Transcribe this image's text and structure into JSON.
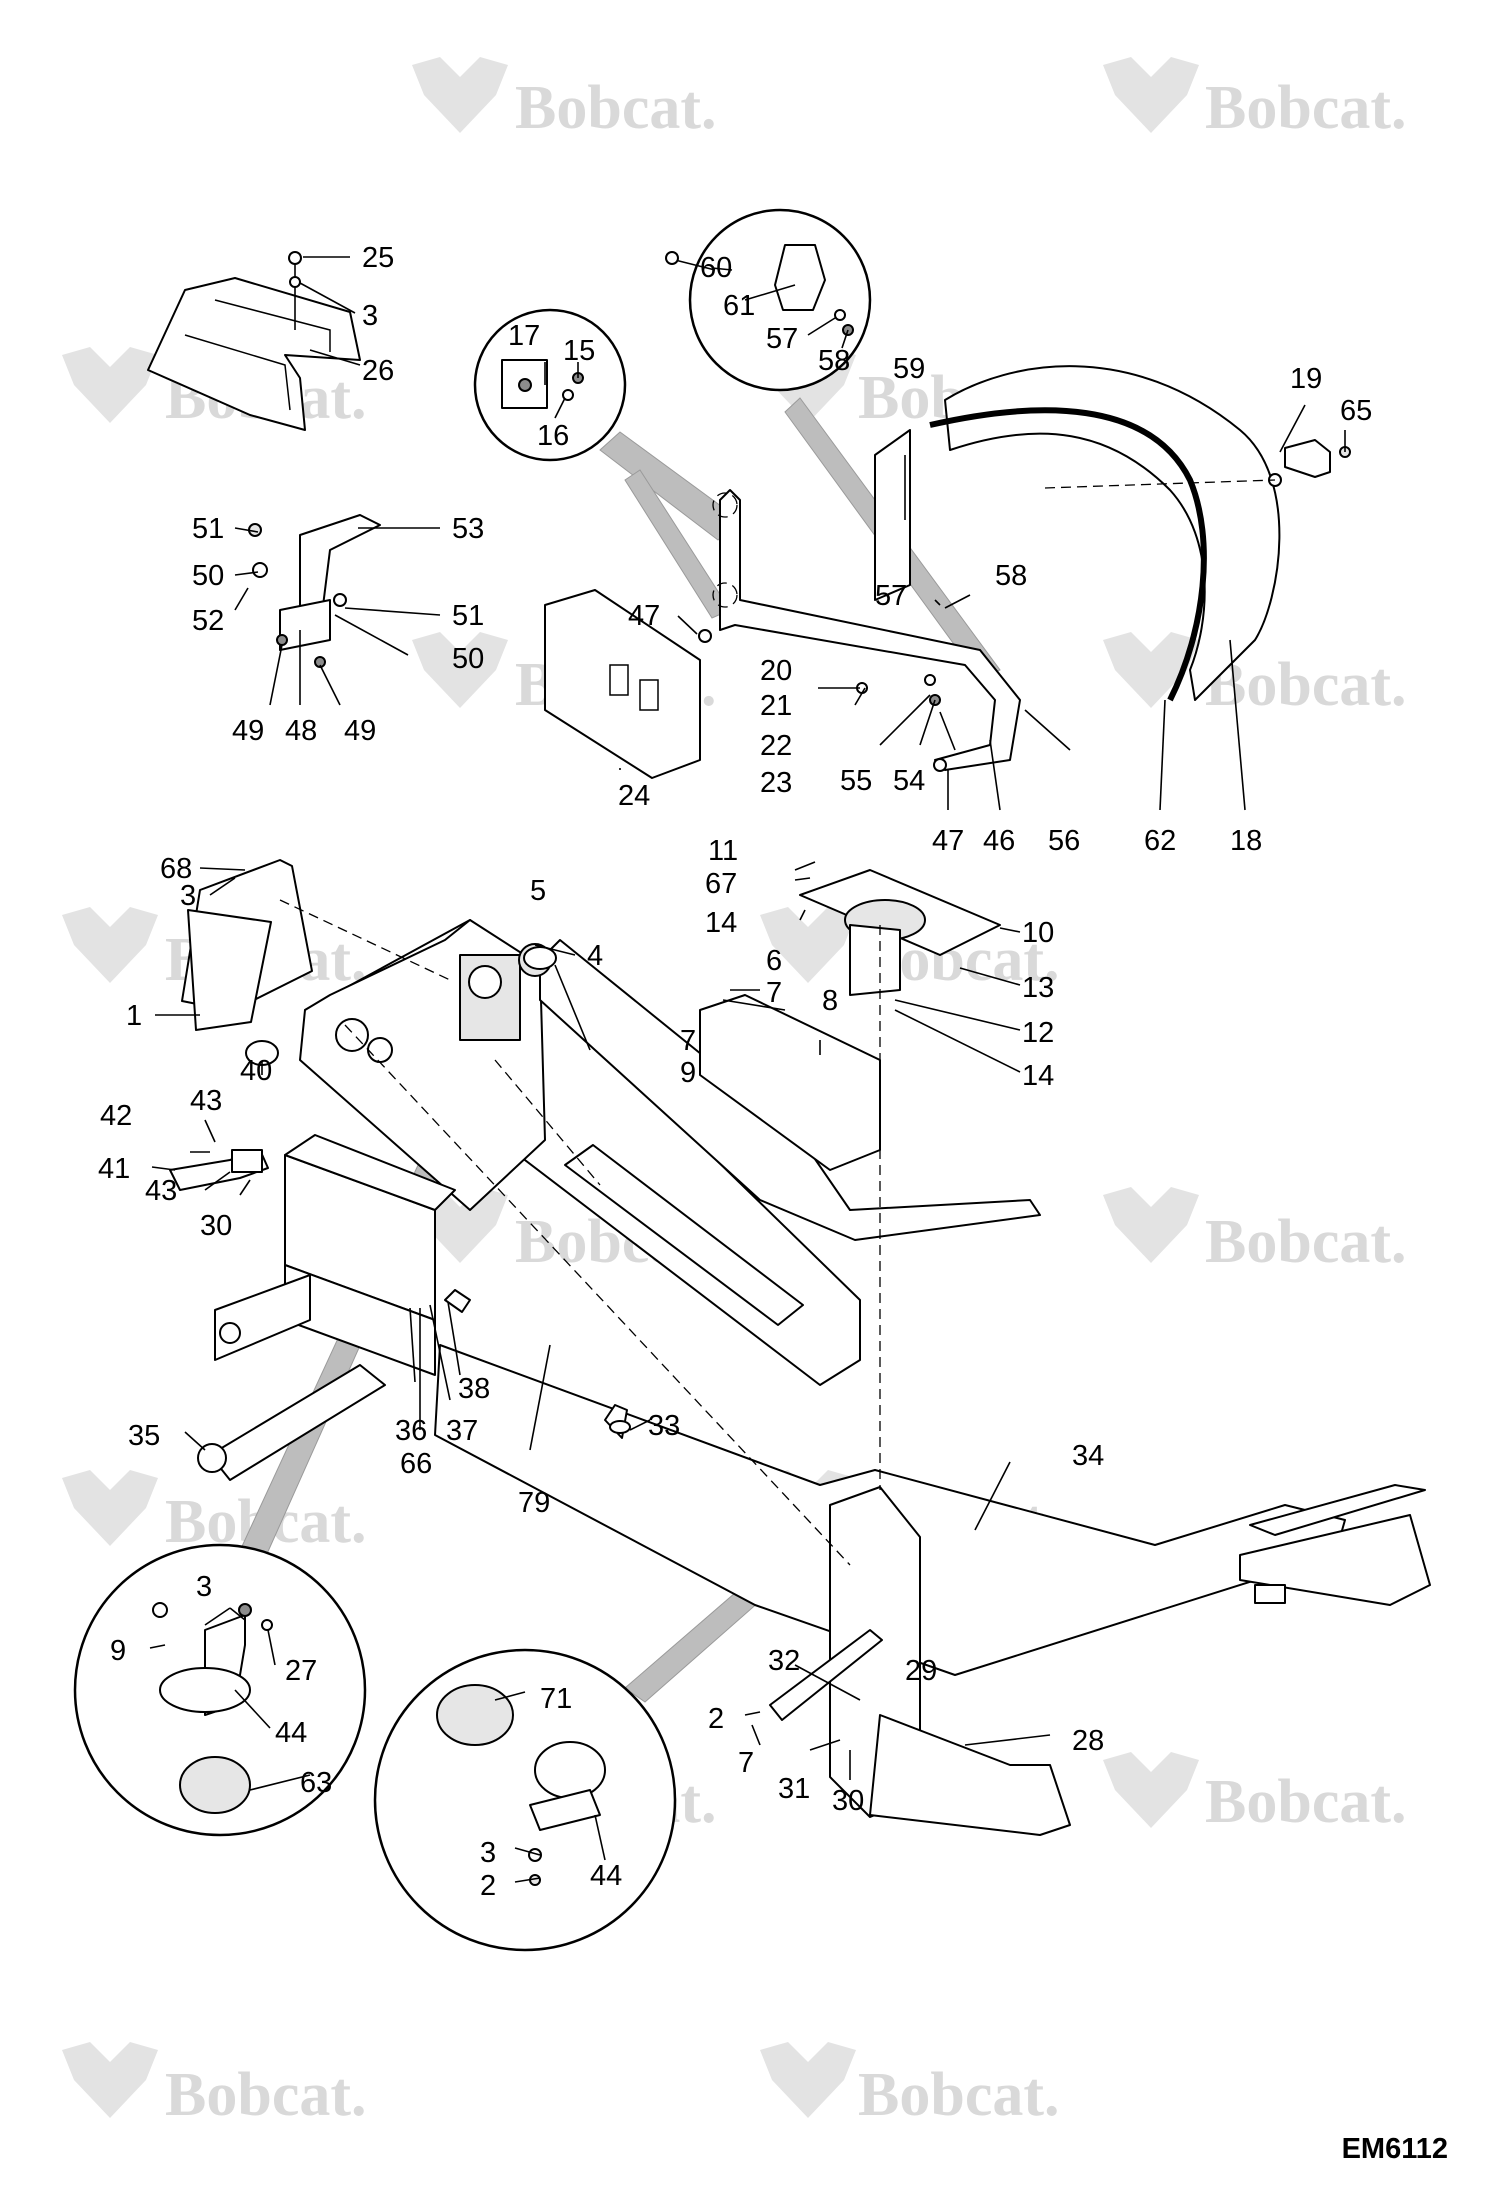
{
  "document": {
    "code": "EM6112",
    "watermark_text": "Bobcat."
  },
  "callouts": {
    "c1": "1",
    "c2a": "2",
    "c2b": "2",
    "c3a": "3",
    "c3b": "3",
    "c3c": "3",
    "c3d": "3",
    "c4": "4",
    "c5": "5",
    "c6": "6",
    "c7a": "7",
    "c7b": "7",
    "c7c": "7",
    "c8": "8",
    "c9a": "9",
    "c9b": "9",
    "c10": "10",
    "c11": "11",
    "c12": "12",
    "c13": "13",
    "c14a": "14",
    "c14b": "14",
    "c15": "15",
    "c16": "16",
    "c17": "17",
    "c18": "18",
    "c19": "19",
    "c20": "20",
    "c21": "21",
    "c22": "22",
    "c23": "23",
    "c24": "24",
    "c25": "25",
    "c26": "26",
    "c27": "27",
    "c28": "28",
    "c29": "29",
    "c30a": "30",
    "c30b": "30",
    "c31": "31",
    "c32": "32",
    "c33": "33",
    "c34": "34",
    "c35": "35",
    "c36": "36",
    "c37": "37",
    "c38": "38",
    "c40": "40",
    "c41": "41",
    "c42": "42",
    "c43a": "43",
    "c43b": "43",
    "c44a": "44",
    "c44b": "44",
    "c46": "46",
    "c47a": "47",
    "c47b": "47",
    "c48": "48",
    "c49a": "49",
    "c49b": "49",
    "c50a": "50",
    "c50b": "50",
    "c51a": "51",
    "c51b": "51",
    "c52": "52",
    "c53": "53",
    "c54": "54",
    "c55": "55",
    "c56": "56",
    "c57a": "57",
    "c57b": "57",
    "c58a": "58",
    "c58b": "58",
    "c59": "59",
    "c60": "60",
    "c61": "61",
    "c62": "62",
    "c63": "63",
    "c65": "65",
    "c66": "66",
    "c67": "67",
    "c68": "68",
    "c71": "71",
    "c79": "79"
  }
}
